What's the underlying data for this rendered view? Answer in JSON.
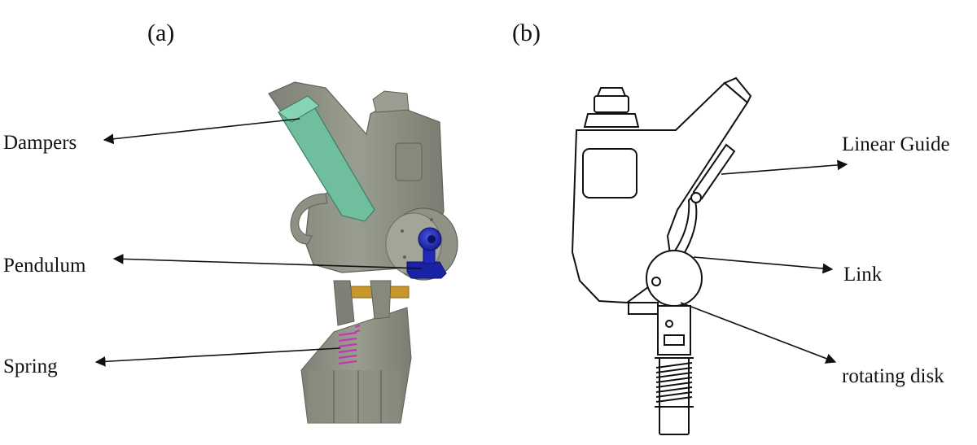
{
  "panels": [
    {
      "id": "a",
      "label": "(a)"
    },
    {
      "id": "b",
      "label": "(b)"
    }
  ],
  "labels_a": {
    "dampers": "Dampers",
    "pendulum": "Pendulum",
    "spring": "Spring"
  },
  "labels_b": {
    "linear_guide": "Linear Guide",
    "link": "Link",
    "rotating_disk": "rotating disk"
  },
  "colors": {
    "body_gray": "#8f9486",
    "body_dark": "#6f7367",
    "body_light": "#a7ab9d",
    "damper_green": "#6fbf9e",
    "pendulum_blue": "#1f28b8",
    "spring_magenta": "#c238b3",
    "brass": "#c9962e",
    "line_art": "#111111"
  }
}
